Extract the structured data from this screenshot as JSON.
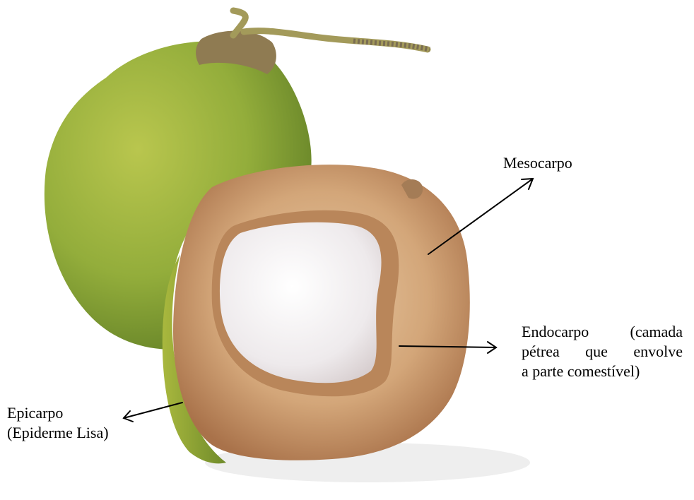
{
  "labels": {
    "mesocarp": "Mesocarpo",
    "endocarp_line1": "Endocarpo (camada",
    "endocarp_line2": "pétrea que envolve",
    "endocarp_line3": "a parte comestível)",
    "epicarp_line1": "Epicarpo",
    "epicarp_line2": "(Epiderme Lisa)"
  },
  "colors": {
    "husk_green": "#8fae3a",
    "fiber_brown": "#c9976a",
    "flesh_white": "#f4f2f3",
    "arrow": "#000000"
  }
}
